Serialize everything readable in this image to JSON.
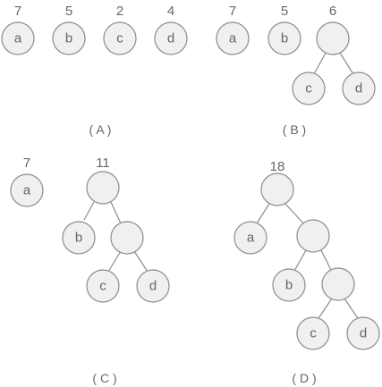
{
  "panels": {
    "A": {
      "caption": "( A )",
      "weights": [
        "7",
        "5",
        "2",
        "4"
      ],
      "leaves": [
        "a",
        "b",
        "c",
        "d"
      ]
    },
    "B": {
      "caption": "( B )",
      "weights": [
        "7",
        "5",
        "6"
      ],
      "leaves": [
        "a",
        "b",
        "c",
        "d"
      ]
    },
    "C": {
      "caption": "( C )",
      "weights": [
        "7",
        "11"
      ],
      "leaves": [
        "a",
        "b",
        "c",
        "d"
      ]
    },
    "D": {
      "caption": "( D )",
      "weights": [
        "18"
      ],
      "leaves": [
        "a",
        "b",
        "c",
        "d"
      ]
    }
  }
}
